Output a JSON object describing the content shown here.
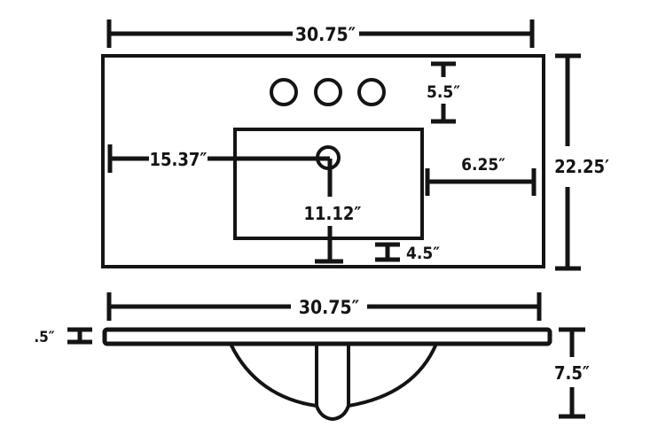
{
  "diagram": {
    "subject": "Vanity top with undermount sink - dimensional drawing",
    "colors": {
      "line": "#141414",
      "background": "#ffffff"
    },
    "top_view": {
      "overall_width": "30.75″",
      "overall_depth": "22.25′",
      "faucet_holes": 3,
      "faucet_hole_setback": "5.5″",
      "drain_from_left_edge": "15.37″",
      "bowl_width_label": "11.12″",
      "bowl_to_right_edge": "6.25″",
      "bowl_to_front_edge": "4.5″"
    },
    "side_view": {
      "overall_width": "30.75″",
      "top_thickness": ".5″",
      "overall_height": "7.5″"
    }
  }
}
